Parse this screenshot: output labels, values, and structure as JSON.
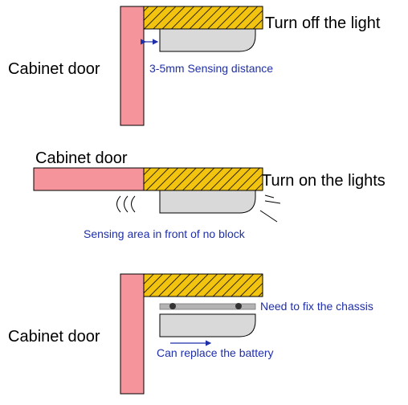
{
  "colors": {
    "door_fill": "#f5959b",
    "shelf_fill": "#f2c40f",
    "sensor_fill": "#d9d9d9",
    "label_blue": "#1f2fa8",
    "label_black": "#000000"
  },
  "panel1": {
    "door_label": "Cabinet door",
    "status_label": "Turn off the light",
    "distance_label": "3-5mm Sensing distance"
  },
  "panel2": {
    "door_label": "Cabinet door",
    "status_label": "Turn on the lights",
    "area_label": "Sensing area in front of no block"
  },
  "panel3": {
    "door_label": "Cabinet door",
    "chassis_label": "Need to fix the chassis",
    "battery_label": "Can replace the battery"
  }
}
